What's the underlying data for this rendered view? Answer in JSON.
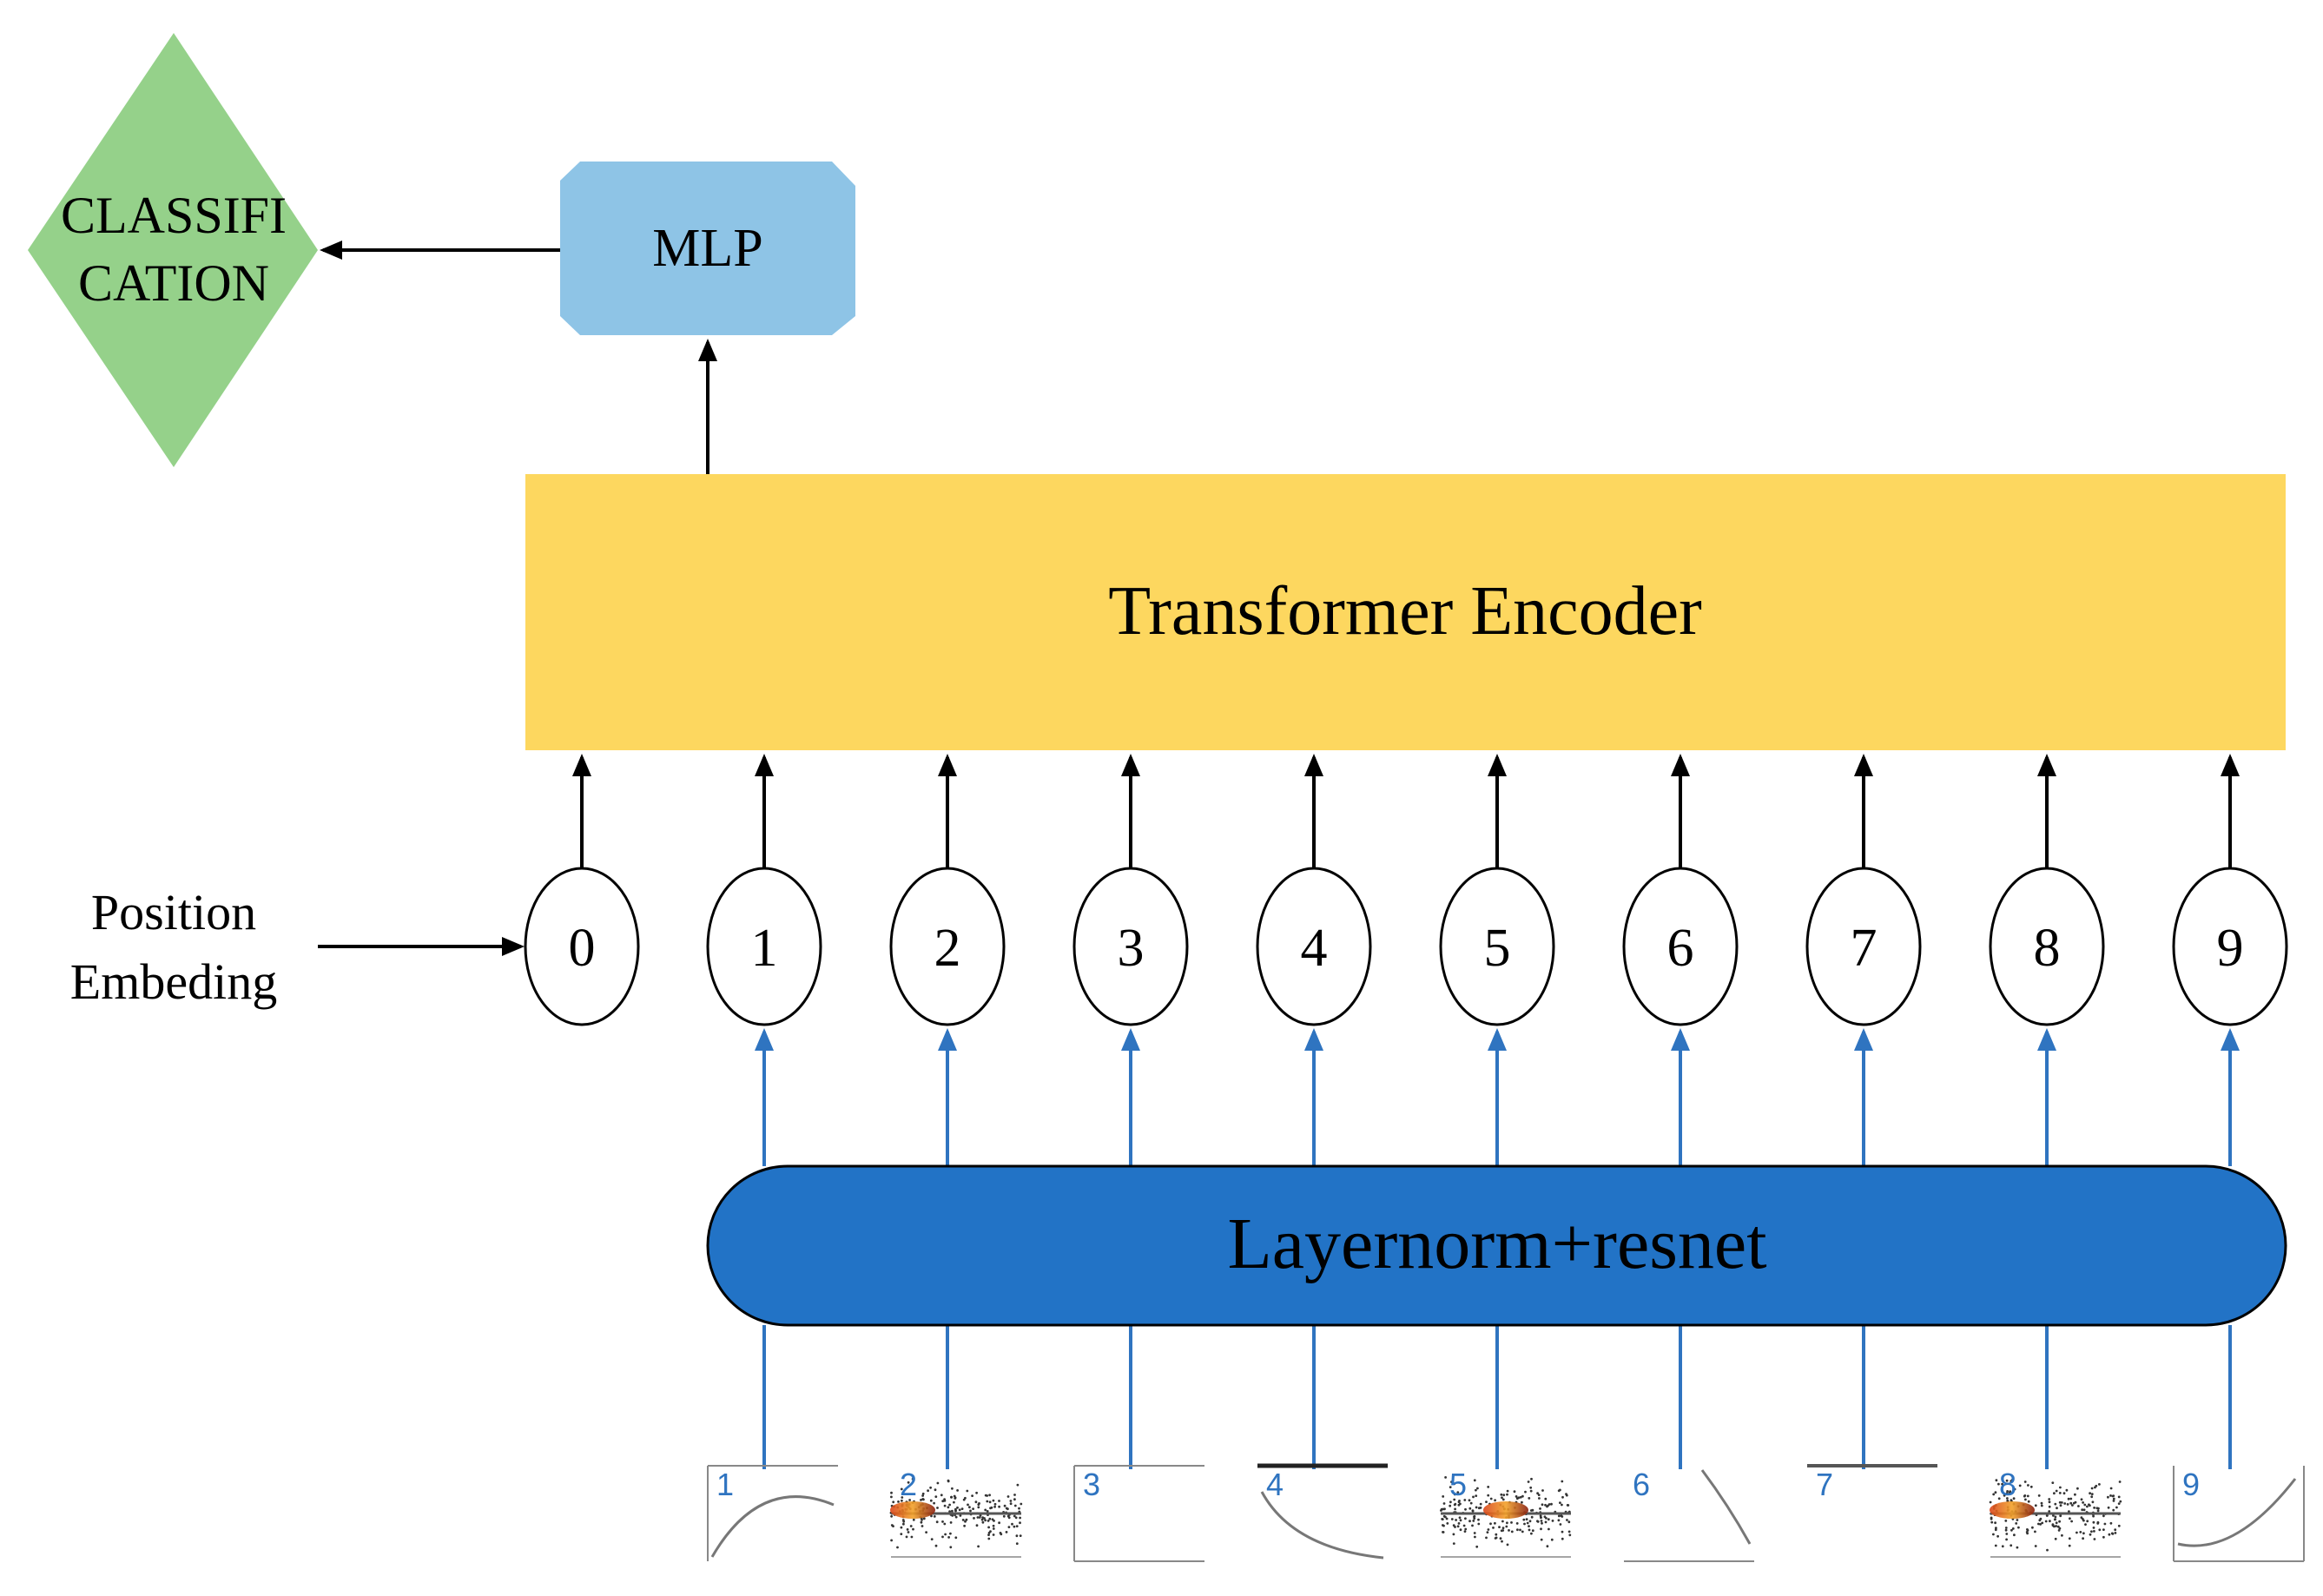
{
  "classification": {
    "line1": "CLASSIFI",
    "line2": "CATION"
  },
  "mlp": {
    "label": "MLP"
  },
  "transformer": {
    "label": "Transformer Encoder"
  },
  "position_embedding": {
    "line1": "Position",
    "line2": "Embeding"
  },
  "tokens": [
    "0",
    "1",
    "2",
    "3",
    "4",
    "5",
    "6",
    "7",
    "8",
    "9"
  ],
  "layernorm": {
    "label": "Layernorm+resnet"
  },
  "thumbnails": [
    {
      "label": "1",
      "kind": "curve-up"
    },
    {
      "label": "2",
      "kind": "scatter-heat"
    },
    {
      "label": "3",
      "kind": "blank"
    },
    {
      "label": "4",
      "kind": "curve-down"
    },
    {
      "label": "5",
      "kind": "scatter-heat"
    },
    {
      "label": "6",
      "kind": "curve-down-right"
    },
    {
      "label": "7",
      "kind": "blank-top"
    },
    {
      "label": "8",
      "kind": "scatter-heat"
    },
    {
      "label": "9",
      "kind": "curve-rise"
    }
  ],
  "colors": {
    "classification_fill": "#95d18a",
    "mlp_fill": "#8ec4e6",
    "transformer_fill": "#fdd75f",
    "layernorm_fill": "#2273c6",
    "blue_arrow": "#2f74c0",
    "black_arrow": "#000000",
    "thumb_label": "#2f74c0"
  }
}
